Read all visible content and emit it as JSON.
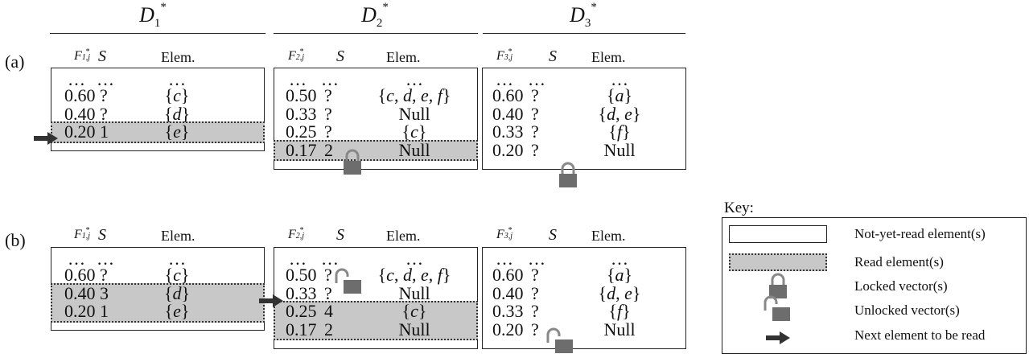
{
  "headers": [
    {
      "base": "D",
      "sub": "1",
      "sup": "*"
    },
    {
      "base": "D",
      "sub": "2",
      "sup": "*"
    },
    {
      "base": "D",
      "sub": "3",
      "sup": "*"
    }
  ],
  "row_labels": [
    "(a)",
    "(b)"
  ],
  "columns": {
    "F": [
      {
        "base": "F",
        "sub": "1,j",
        "sup": "*"
      },
      {
        "base": "F",
        "sub": "2,j",
        "sup": "*"
      },
      {
        "base": "F",
        "sub": "3,j",
        "sup": "*"
      }
    ],
    "S": "S",
    "Elem": "Elem."
  },
  "ellipsis": "…",
  "panel_a": {
    "d1": [
      {
        "f": "0.60",
        "s": "?",
        "e": "{c}"
      },
      {
        "f": "0.40",
        "s": "?",
        "e": "{d}"
      },
      {
        "f": "0.20",
        "s": "1",
        "e": "{e}"
      }
    ],
    "d2": [
      {
        "f": "0.50",
        "s": "?",
        "e": "{c, d, e, f}"
      },
      {
        "f": "0.33",
        "s": "?",
        "e": "Null"
      },
      {
        "f": "0.25",
        "s": "?",
        "e": "{c}"
      },
      {
        "f": "0.17",
        "s": "2",
        "e": "Null"
      }
    ],
    "d3": [
      {
        "f": "0.60",
        "s": "?",
        "e": "{a}"
      },
      {
        "f": "0.40",
        "s": "?",
        "e": "{d, e}"
      },
      {
        "f": "0.33",
        "s": "?",
        "e": "{f}"
      },
      {
        "f": "0.20",
        "s": "?",
        "e": "Null"
      }
    ]
  },
  "panel_b": {
    "d1": [
      {
        "f": "0.60",
        "s": "?",
        "e": "{c}"
      },
      {
        "f": "0.40",
        "s": "3",
        "e": "{d}"
      },
      {
        "f": "0.20",
        "s": "1",
        "e": "{e}"
      }
    ],
    "d2": [
      {
        "f": "0.50",
        "s": "?",
        "e": "{c, d, e, f}"
      },
      {
        "f": "0.33",
        "s": "?",
        "e": "Null"
      },
      {
        "f": "0.25",
        "s": "4",
        "e": "{c}"
      },
      {
        "f": "0.17",
        "s": "2",
        "e": "Null"
      }
    ],
    "d3": [
      {
        "f": "0.60",
        "s": "?",
        "e": "{a}"
      },
      {
        "f": "0.40",
        "s": "?",
        "e": "{d, e}"
      },
      {
        "f": "0.33",
        "s": "?",
        "e": "{f}"
      },
      {
        "f": "0.20",
        "s": "?",
        "e": "Null"
      }
    ]
  },
  "key": {
    "title": "Key:",
    "items": [
      {
        "icon": "not-yet-read-box",
        "label": "Not-yet-read element(s)"
      },
      {
        "icon": "read-box",
        "label": "Read element(s)"
      },
      {
        "icon": "locked-padlock-icon",
        "label": "Locked vector(s)"
      },
      {
        "icon": "unlocked-padlock-icon",
        "label": "Unlocked vector(s)"
      },
      {
        "icon": "right-arrow-icon",
        "label": "Next element to be read"
      }
    ]
  },
  "colors": {
    "read_fill": "#c8c8c8",
    "lock_body": "#6d6d6d",
    "lock_shackle": "#888888"
  }
}
